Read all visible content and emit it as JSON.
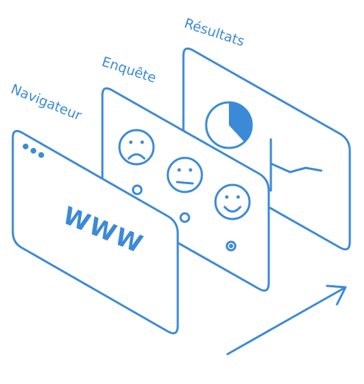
{
  "labels": {
    "browser": "Navigateur",
    "survey": "Enquête",
    "results": "Résultats"
  },
  "browser": {
    "address": "WWW"
  },
  "colors": {
    "accent": "#3b8ad8",
    "background": "#ffffff"
  },
  "icons": [
    "browser-dots-icon",
    "sad-face-icon",
    "neutral-face-icon",
    "happy-face-icon",
    "pie-chart-icon",
    "line-chart-icon",
    "arrow-icon"
  ]
}
